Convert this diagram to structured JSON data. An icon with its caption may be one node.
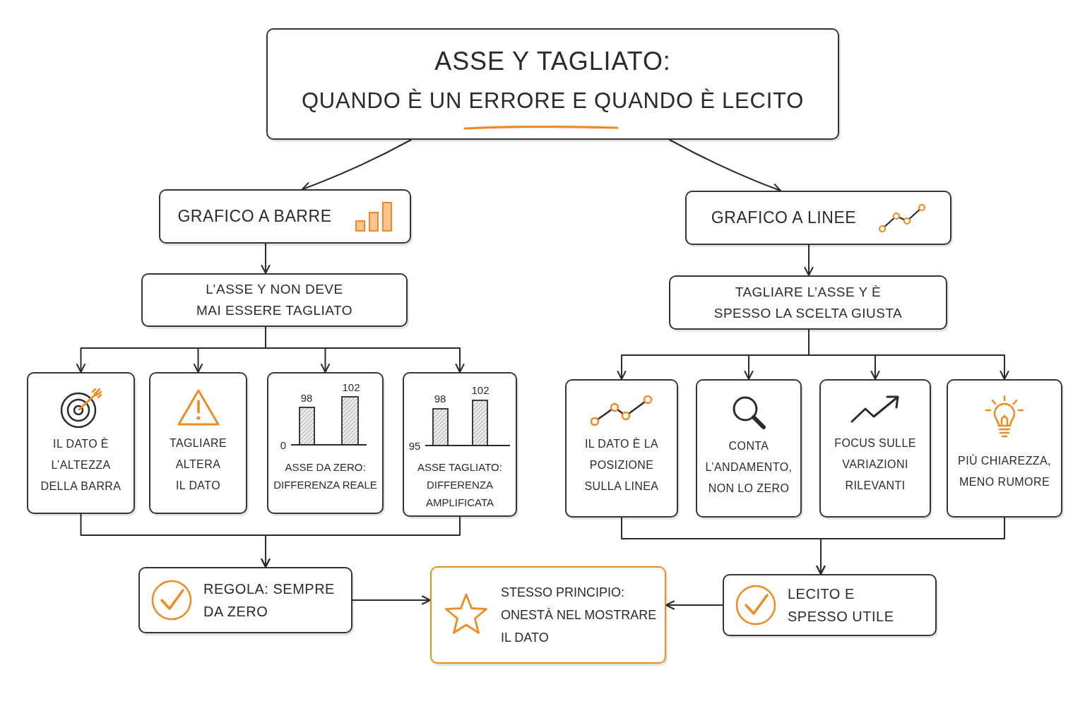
{
  "diagram": {
    "nodes": [
      {
        "text": [
          "ASSE Y TAGLIATO:",
          "QUANDO È UN ERRORE E QUANDO È LECITO"
        ]
      },
      {
        "text": [
          "GRAFICO A BARRE"
        ]
      },
      {
        "text": [
          "GRAFICO A LINEE"
        ]
      },
      {
        "text": [
          "L’ASSE Y NON DEVE MAI ESSERE TAGLIATO"
        ]
      },
      {
        "text": [
          "TAGLIARE L’ASSE Y È SPESSO LA SCELTA GIUSTA"
        ]
      },
      {
        "text": [
          "IL DATO È L’ALTEZZA DELLA BARRA"
        ]
      },
      {
        "text": [
          "TAGLIARE ALTERA IL DATO"
        ]
      },
      {
        "text": [
          "98",
          "102",
          "0",
          "ASSE DA ZERO: DIFFERENZA REALE"
        ]
      },
      {
        "text": [
          "98",
          "102",
          "95",
          "ASSE TAGLIATO: DIFFERENZA AMPLIFICATA"
        ]
      },
      {
        "text": [
          "IL DATO È LA POSIZIONE SULLA LINEA"
        ]
      },
      {
        "text": [
          "CONTA L’ANDAMENTO, NON LO ZERO"
        ]
      },
      {
        "text": [
          "FOCUS SULLE VARIAZIONI RILEVANTI"
        ]
      },
      {
        "text": [
          "PIÙ CHIAREZZA, MENO RUMORE"
        ]
      },
      {
        "text": [
          "REGOLA: SEMPRE DA ZERO"
        ]
      },
      {
        "text": [
          "STESSO PRINCIPIO: ONESTÀ NEL MOSTRARE IL DATO"
        ]
      },
      {
        "text": [
          "LECITO E SPESSO UTILE"
        ]
      }
    ],
    "edges": [
      {
        "from": 0,
        "to": 1,
        "arrow": "to"
      },
      {
        "from": 0,
        "to": 2,
        "arrow": "to"
      },
      {
        "from": 1,
        "to": 3,
        "arrow": "to"
      },
      {
        "from": 2,
        "to": 4,
        "arrow": "to"
      },
      {
        "from": 3,
        "to": 5,
        "arrow": "to"
      },
      {
        "from": 3,
        "to": 6,
        "arrow": "to"
      },
      {
        "from": 3,
        "to": 7,
        "arrow": "to"
      },
      {
        "from": 3,
        "to": 8,
        "arrow": "to"
      },
      {
        "from": 4,
        "to": 9,
        "arrow": "to"
      },
      {
        "from": 4,
        "to": 10,
        "arrow": "to"
      },
      {
        "from": 4,
        "to": 11,
        "arrow": "to"
      },
      {
        "from": 4,
        "to": 12,
        "arrow": "to"
      },
      {
        "from": 5,
        "to": 13,
        "arrow": "to"
      },
      {
        "from": 8,
        "to": 13,
        "arrow": "to"
      },
      {
        "from": 9,
        "to": 15,
        "arrow": "to"
      },
      {
        "from": 12,
        "to": 15,
        "arrow": "to"
      },
      {
        "from": 13,
        "to": 14,
        "arrow": "to"
      },
      {
        "from": 15,
        "to": 14,
        "arrow": "to"
      }
    ]
  }
}
